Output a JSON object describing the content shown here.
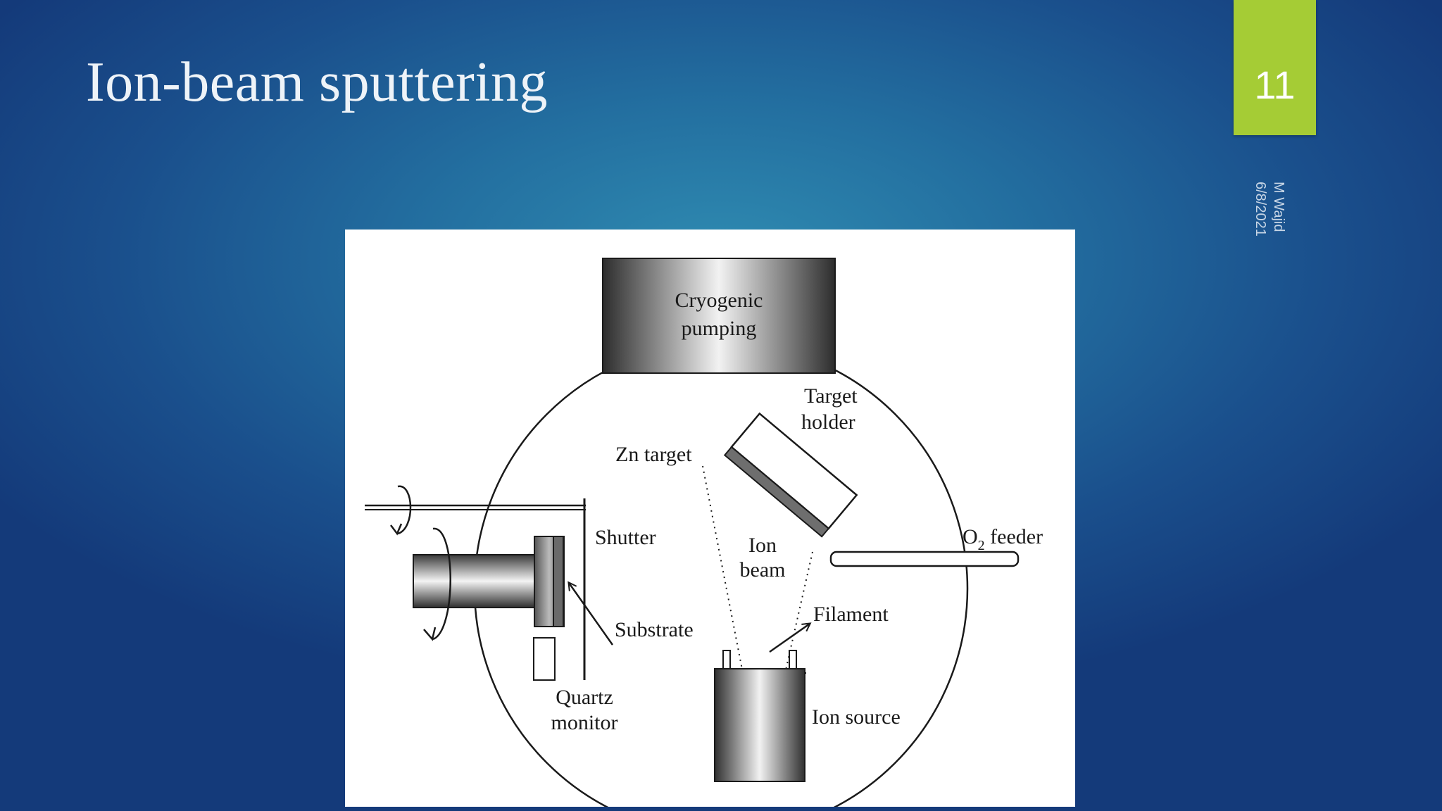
{
  "slide": {
    "title": "Ion-beam sputtering",
    "number": "11",
    "footer_author": "M Wajid",
    "footer_date": "6/8/2021"
  },
  "diagram": {
    "labels": {
      "cryogenic_1": "Cryogenic",
      "cryogenic_2": "pumping",
      "target_1": "Target",
      "target_2": "holder",
      "zn_target": "Zn target",
      "shutter": "Shutter",
      "ion_1": "Ion",
      "ion_2": "beam",
      "o2_pre": "O",
      "o2_sub": "2",
      "o2_post": " feeder",
      "filament": "Filament",
      "substrate": "Substrate",
      "quartz_1": "Quartz",
      "quartz_2": "monitor",
      "ion_source": "Ion source"
    }
  },
  "colors": {
    "accent": "#a5cc35",
    "background": "#1f5f98"
  }
}
